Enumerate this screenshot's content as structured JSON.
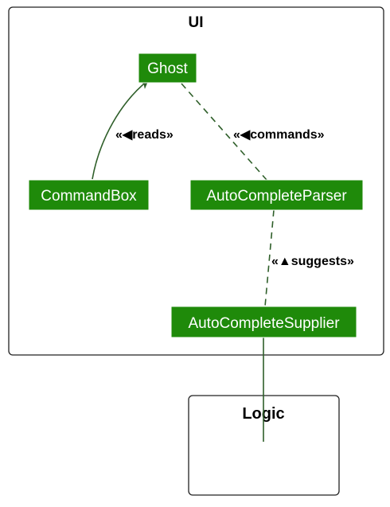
{
  "colors": {
    "class_fill": "#1f8a0a",
    "class_text": "#ffffff",
    "edge": "#2f5f2a",
    "package_border": "#222222"
  },
  "packages": {
    "ui": {
      "title": "UI"
    },
    "logic": {
      "title": "Logic"
    }
  },
  "classes": {
    "ghost": "Ghost",
    "command_box": "CommandBox",
    "auto_complete_parser": "AutoCompleteParser",
    "auto_complete_supplier": "AutoCompleteSupplier"
  },
  "relations": {
    "reads": "«◀reads»",
    "commands": "«◀commands»",
    "suggests": "«▲suggests»"
  }
}
